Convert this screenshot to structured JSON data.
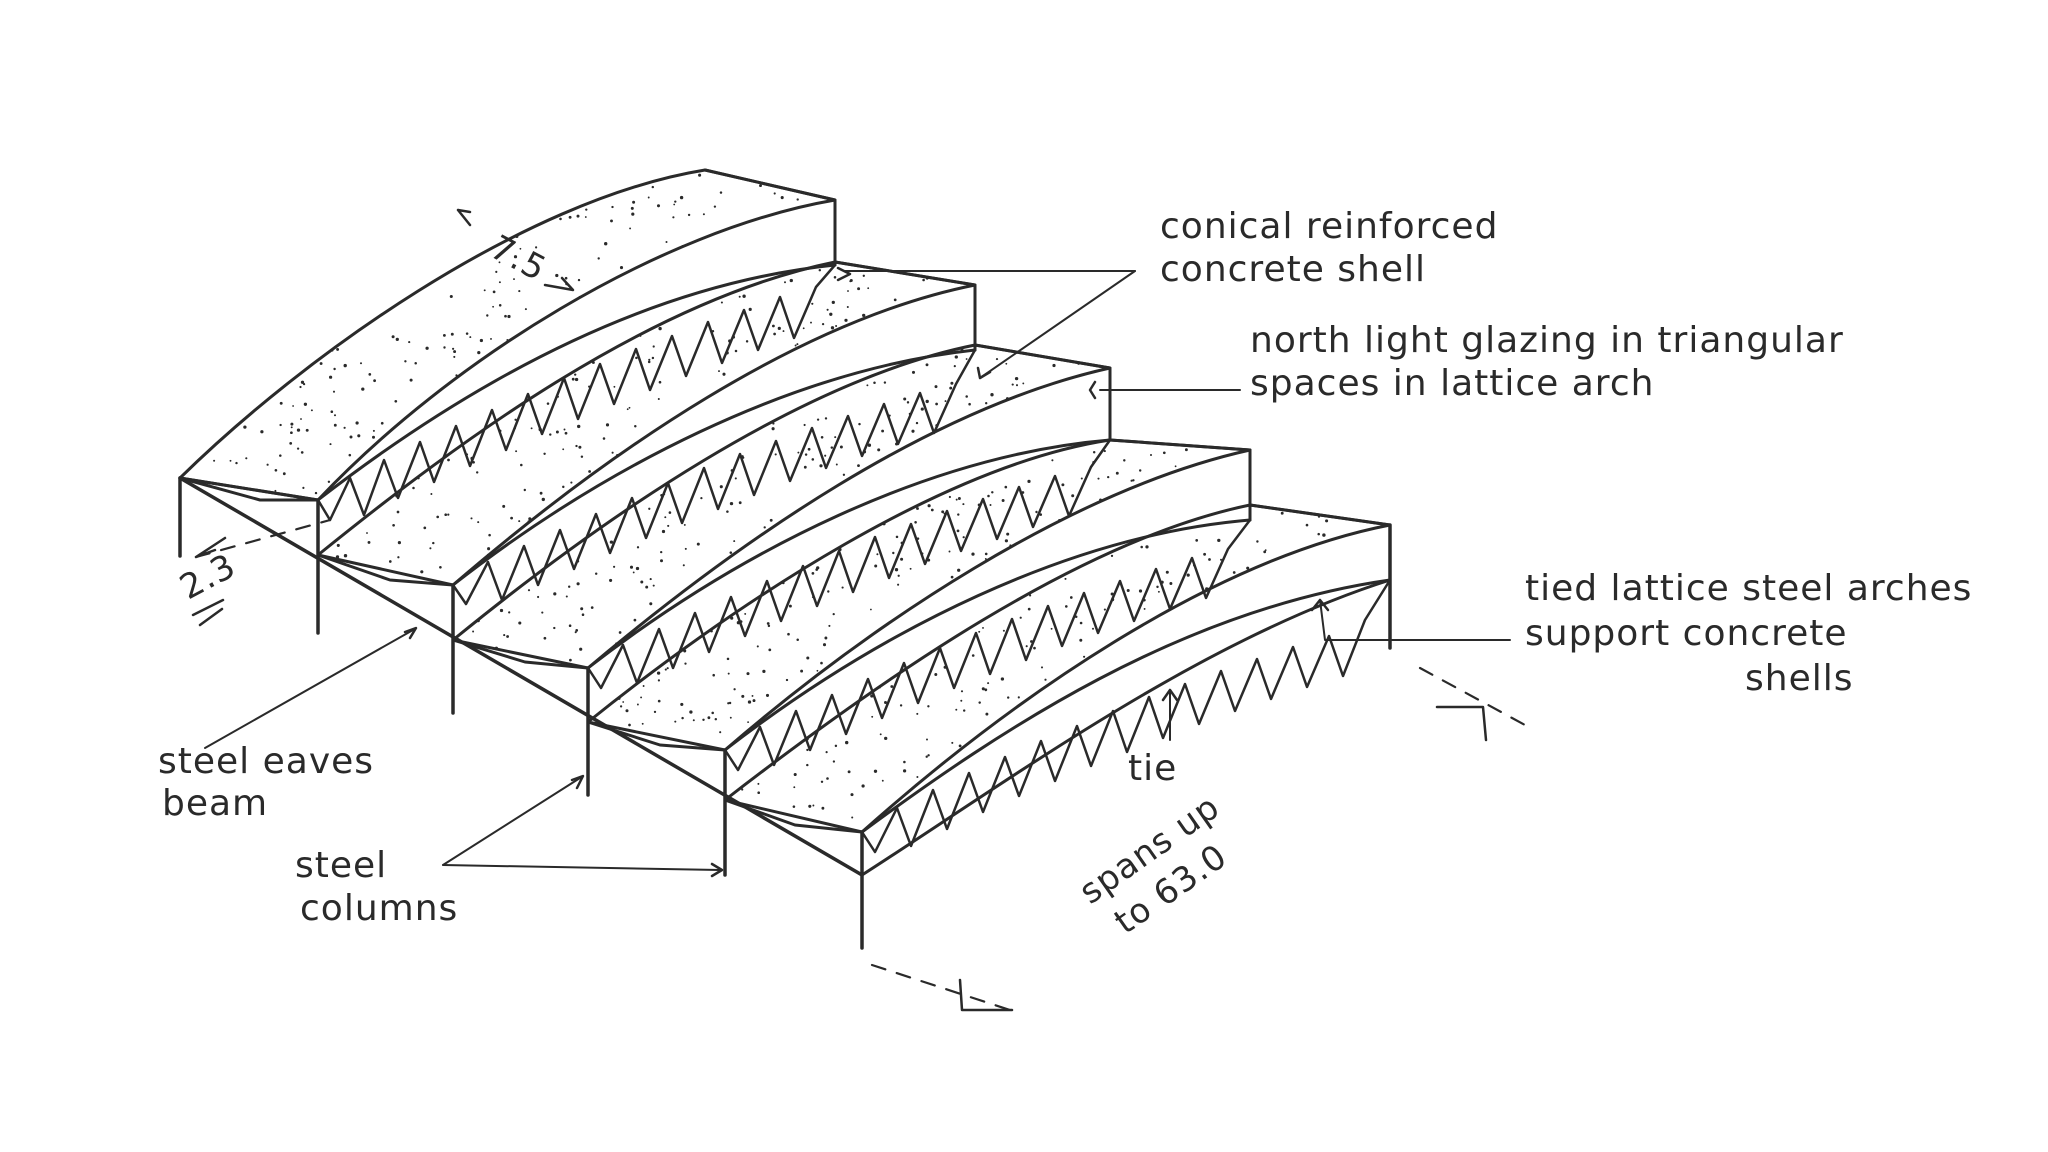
{
  "dimensions": {
    "width_label": "7.5",
    "height_label": "2.3",
    "span_label": [
      "spans up",
      "to 63.0"
    ]
  },
  "annotations": {
    "shell": [
      "conical reinforced",
      "concrete shell"
    ],
    "glazing": [
      "north light glazing in triangular",
      "spaces in lattice arch"
    ],
    "arches": [
      "tied lattice steel arches",
      "support concrete",
      "shells"
    ],
    "eaves_beam": [
      "steel eaves",
      "beam"
    ],
    "columns": [
      "steel",
      "columns"
    ],
    "tie": "tie"
  },
  "colors": {
    "ink": "#2a2a2a",
    "paper": "#ffffff"
  }
}
